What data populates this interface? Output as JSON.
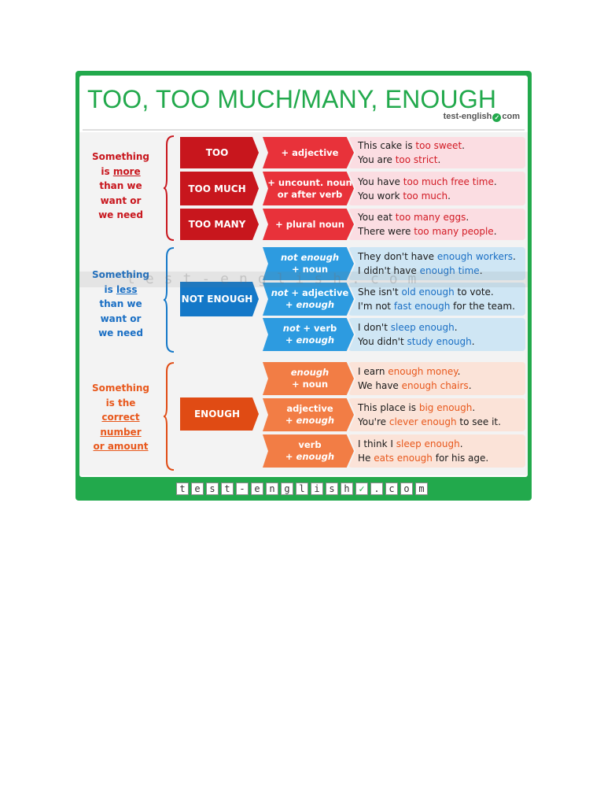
{
  "title": "TOO, TOO MUCH/MANY, ENOUGH",
  "brand_small": {
    "left": "test-english",
    "check": "✓",
    "right": "com"
  },
  "watermark": "test-english.com",
  "colors": {
    "green": "#22a94c",
    "red_dark": "#c8161d",
    "red_light": "#e8323a",
    "red_bg": "#fbdde2",
    "red_text": "#d21a24",
    "blue_dark": "#1478c8",
    "blue_light": "#2d9be0",
    "blue_bg": "#cfe6f4",
    "blue_text": "#1a6fc4",
    "orange_dark": "#e04b14",
    "orange_light": "#f27d45",
    "orange_bg": "#fbe3d8",
    "orange_text": "#e8581c"
  },
  "sections": {
    "too": {
      "desc": {
        "l1": "Something",
        "l2a": "is ",
        "l2b": "more",
        "l3": "than we",
        "l4": "want or",
        "l5": "we need"
      },
      "rows": [
        {
          "cat": "TOO",
          "pat1": "+ adjective",
          "pat2": "",
          "ex1": {
            "a": "This cake is ",
            "b": "too sweet",
            "c": "."
          },
          "ex2": {
            "a": "You are ",
            "b": "too strict",
            "c": "."
          }
        },
        {
          "cat": "TOO MUCH",
          "pat1": "+ uncount. noun",
          "pat2": "or after verb",
          "ex1": {
            "a": "You have ",
            "b": "too much free time",
            "c": "."
          },
          "ex2": {
            "a": "You work ",
            "b": "too much",
            "c": "."
          }
        },
        {
          "cat": "TOO MANY",
          "pat1": "+ plural noun",
          "pat2": "",
          "ex1": {
            "a": "You eat ",
            "b": "too many eggs",
            "c": "."
          },
          "ex2": {
            "a": "There were ",
            "b": "too many people",
            "c": "."
          }
        }
      ]
    },
    "not_enough": {
      "desc": {
        "l1": "Something",
        "l2a": "is ",
        "l2b": "less",
        "l3": "than we",
        "l4": "want or",
        "l5": "we need"
      },
      "cat": "NOT ENOUGH",
      "rows": [
        {
          "p1i": "not enough",
          "p1": "",
          "pat2": "+ noun",
          "ex1": {
            "a": "They don't have ",
            "b": "enough workers",
            "c": "."
          },
          "ex2": {
            "a": "I didn't have ",
            "b": "enough time",
            "c": "."
          }
        },
        {
          "p1i": "not",
          "p1": " + adjective",
          "pat2": "+ enough",
          "ex1": {
            "a": "She isn't ",
            "b": "old enough",
            "c": " to vote."
          },
          "ex2": {
            "a": "I'm not ",
            "b": "fast enough",
            "c": " for the team."
          }
        },
        {
          "p1i": "not",
          "p1": " + verb",
          "pat2": "+ enough",
          "ex1": {
            "a": "I don't ",
            "b": "sleep enough",
            "c": "."
          },
          "ex2": {
            "a": "You didn't ",
            "b": "study enough",
            "c": "."
          }
        }
      ]
    },
    "enough": {
      "desc": {
        "l1": "Something",
        "l2": "is the",
        "l3": "correct",
        "l4": "number",
        "l5": "or amount"
      },
      "cat": "ENOUGH",
      "rows": [
        {
          "pat1": "enough",
          "pat2": "+ noun",
          "ex1": {
            "a": "I earn ",
            "b": "enough money",
            "c": "."
          },
          "ex2": {
            "a": "We have ",
            "b": "enough chairs",
            "c": "."
          }
        },
        {
          "pat1": "adjective",
          "pat2": "+ enough",
          "ex1": {
            "a": "This place is ",
            "b": "big enough",
            "c": "."
          },
          "ex2": {
            "a": "You're ",
            "b": "clever enough",
            "c": " to see it."
          }
        },
        {
          "pat1": "verb",
          "pat2": "+ enough",
          "ex1": {
            "a": "I think I ",
            "b": "sleep enough",
            "c": "."
          },
          "ex2": {
            "a": "He ",
            "b": "eats enough",
            "c": " for his age."
          }
        }
      ]
    }
  },
  "footer_chars": [
    "t",
    "e",
    "s",
    "t",
    "-",
    "e",
    "n",
    "g",
    "l",
    "i",
    "s",
    "h",
    "✓",
    ".",
    "c",
    "o",
    "m"
  ]
}
